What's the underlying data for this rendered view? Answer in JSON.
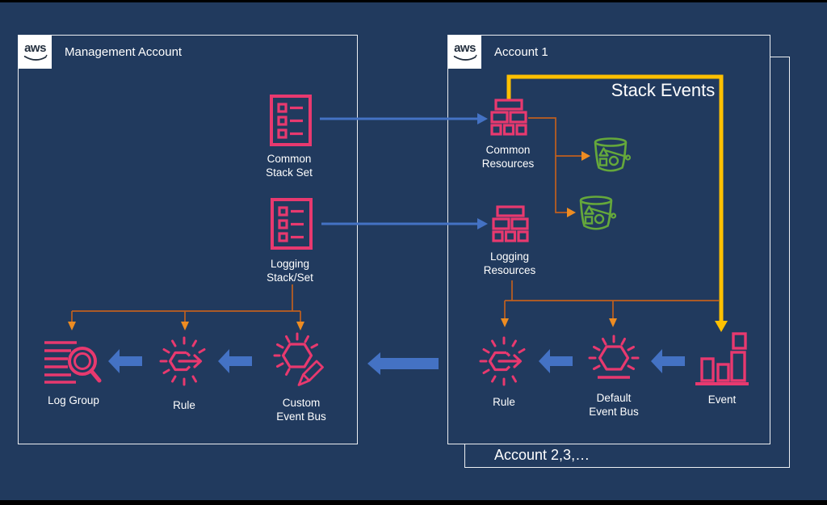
{
  "colors": {
    "background": "#213A5E",
    "box_border": "#EDEFF2",
    "accent_pink": "#E8396F",
    "accent_green": "#65A83B",
    "arrow_blue": "#4472C4",
    "line_orange": "#C05F1E",
    "arrowhead_orange": "#ED8C22",
    "stack_events_yellow": "#FFC000",
    "logo_navy": "#232F3E"
  },
  "management_account": {
    "logo_text": "aws",
    "title": "Management Account",
    "nodes": {
      "common_stack_set": "Common Stack Set",
      "logging_stack_set": "Logging Stack/Set",
      "log_group": "Log Group",
      "rule": "Rule",
      "custom_event_bus": "Custom Event Bus"
    }
  },
  "account1": {
    "logo_text": "aws",
    "title": "Account 1",
    "stack_events": "Stack Events",
    "nodes": {
      "common_resources": "Common Resources",
      "logging_resources": "Logging Resources",
      "rule": "Rule",
      "default_event_bus": "Default Event Bus",
      "event": "Event"
    }
  },
  "other_accounts": {
    "title": "Account 2,3,…"
  }
}
